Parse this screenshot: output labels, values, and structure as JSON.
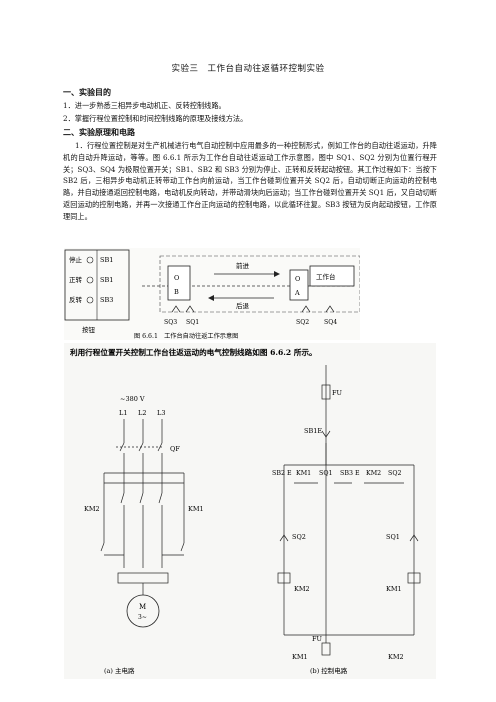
{
  "title": "实验三　工作台自动往返循环控制实验",
  "section1": {
    "heading": "一、实验目的",
    "items": [
      "1．进一步熟悉三相异步电动机正、反转控制线路。",
      "2．掌握行程位置控制和时间控制线路的原理及接线方法。"
    ]
  },
  "section2": {
    "heading": "二、实验原理和电路",
    "paragraph": "1．行程位置控制是对生产机械进行电气自动控制中应用最多的一种控制形式，例如工作台的自动往返运动，升降机的自动升降运动，等等。图 6.6.1 所示为工作台自动往返运动工作示意图，图中 SQ1、SQ2 分别为位置行程开关；SQ3、SQ4 为极限位置开关；SB1、SB2 和 SB3 分别为停止、正转和反转起动按钮。其工作过程如下：当按下 SB2 后，三相异步电动机正转带动工作台向前运动，当工作台碰到位置开关 SQ2 后，自动切断正向运动的控制电路，并自动接通返回控制电路，电动机反向转动，并带动滑块向后运动；当工作台碰到位置开关 SQ1 后，又自动切断返回运动的控制电路，并再一次接通工作台正向运动的控制电路，以此循环往复。SB3 按钮为反向起动按钮，工作原理同上。"
  },
  "figure1": {
    "buttons": [
      {
        "name": "停止",
        "code": "SB1"
      },
      {
        "name": "正转",
        "code": "SB1"
      },
      {
        "name": "反转",
        "code": "SB3"
      }
    ],
    "panel_label": "按钮",
    "forward_label": "前进",
    "back_label": "后退",
    "table_label": "工作台",
    "block_a_top": "O",
    "block_a_bottom": "B",
    "block_b_top": "O",
    "block_b_bottom": "A",
    "switches": [
      "SQ3",
      "SQ1",
      "SQ2",
      "SQ4"
    ],
    "caption": "图 6.6.1　工作台自动往返工作示意图"
  },
  "figure2": {
    "intro": "利用行程位置开关控制工作台往返运动的电气控制线路如图 6.6.2 所示。",
    "voltage": "~380 V",
    "phases": [
      "L1",
      "L2",
      "L3"
    ],
    "qf": "QF",
    "km1": "KM1",
    "km2": "KM2",
    "motor_top": "M",
    "motor_bottom": "3~",
    "fu": "FU",
    "sb1e": "SB1E",
    "ctrl_row": [
      "SB2 E",
      "KM1",
      "SQ1",
      "SB3 E",
      "KM2",
      "SQ2"
    ],
    "sq2": "SQ2",
    "sq1": "SQ1",
    "caption_a": "(a)  主电路",
    "caption_b": "(b)  控制电路"
  }
}
